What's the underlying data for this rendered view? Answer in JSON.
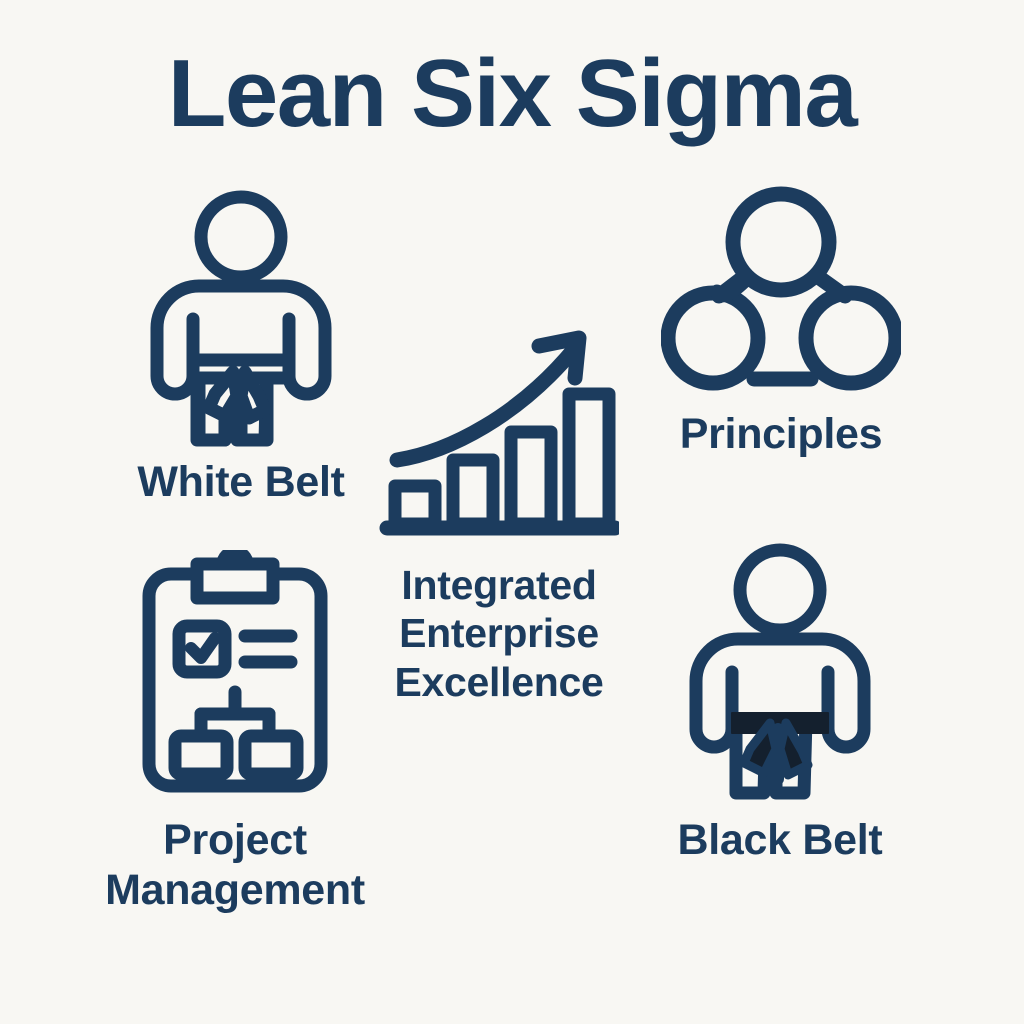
{
  "header": {
    "title": "Lean Six Sigma"
  },
  "theme": {
    "background": "#f8f7f3",
    "navy": "#1c3c5e",
    "belt_fill_black": "#14202e",
    "belt_fill_white": "#f8f7f3"
  },
  "items": [
    {
      "id": "white-belt",
      "label": "White Belt",
      "icon": "person-white-belt-icon",
      "position": "top-left"
    },
    {
      "id": "principles",
      "label": "Principles",
      "icon": "three-circle-network-icon",
      "position": "top-right"
    },
    {
      "id": "integrated-enterprise-excellence",
      "label_lines": [
        "Integrated",
        "Enterprise",
        "Excellence"
      ],
      "label": "Integrated Enterprise Excellence",
      "icon": "growth-bar-chart-arrow-icon",
      "position": "center"
    },
    {
      "id": "project-management",
      "label_lines": [
        "Project",
        "Management"
      ],
      "label": "Project Management",
      "icon": "clipboard-checklist-hierarchy-icon",
      "position": "bottom-left"
    },
    {
      "id": "black-belt",
      "label": "Black Belt",
      "icon": "person-black-belt-icon",
      "position": "bottom-right"
    }
  ]
}
